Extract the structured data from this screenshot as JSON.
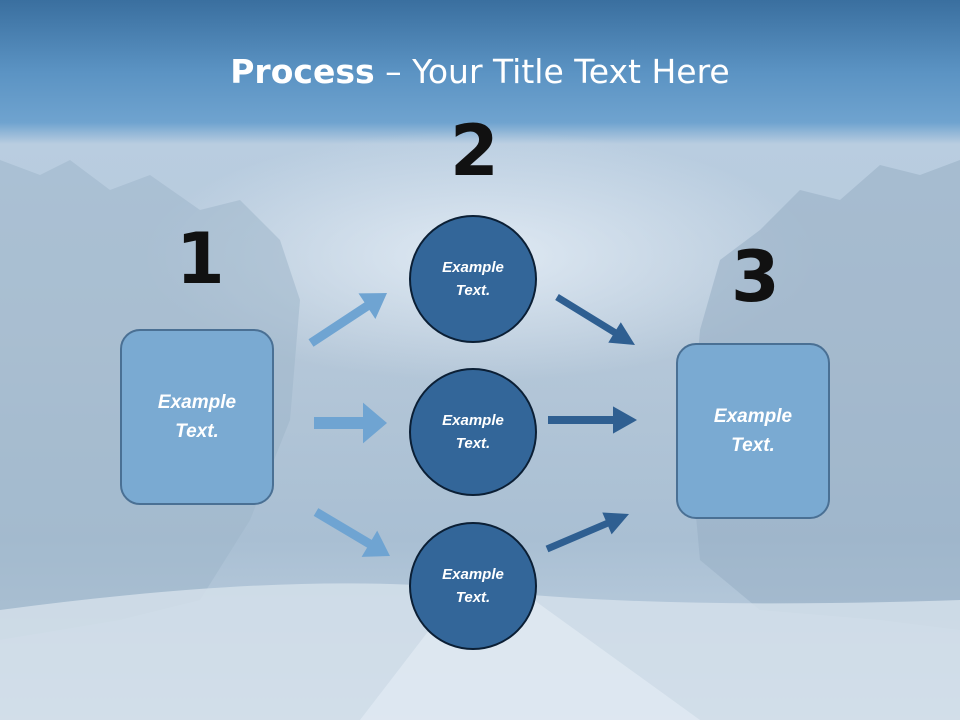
{
  "title": {
    "bold": "Process",
    "rest": " – Your Title Text Here"
  },
  "steps": {
    "one": {
      "number": "1",
      "label": "Example\nText."
    },
    "two": {
      "number": "2"
    },
    "three": {
      "number": "3",
      "label": "Example\nText."
    }
  },
  "middle": [
    {
      "label": "Example\nText."
    },
    {
      "label": "Example\nText."
    },
    {
      "label": "Example\nText."
    }
  ],
  "colors": {
    "light_arrow": "#6fa4d2",
    "dark_arrow": "#2f5f91",
    "box_fill": "#7aaad2",
    "circle_fill": "#336699"
  }
}
